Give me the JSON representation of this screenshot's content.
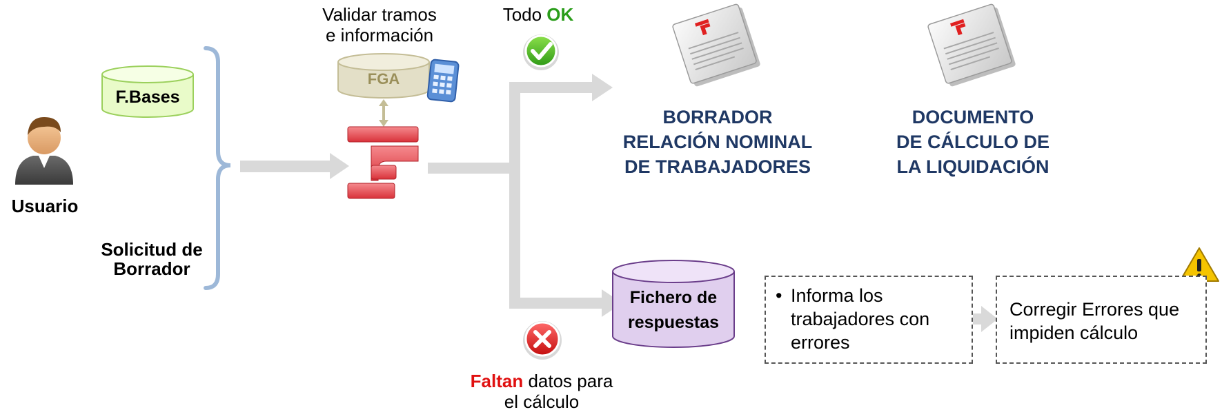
{
  "user": {
    "label": "Usuario"
  },
  "fbases": {
    "label": "F.Bases"
  },
  "request": {
    "line1": "Solicitud de",
    "line2": "Borrador"
  },
  "validate": {
    "line1": "Validar tramos",
    "line2": "e información"
  },
  "fga": {
    "label": "FGA"
  },
  "ok_status": {
    "prefix": "Todo ",
    "ok": "OK"
  },
  "error_status": {
    "faltan": "Faltan",
    "rest1": " datos para",
    "line2": "el cálculo"
  },
  "doc1": {
    "line1": "BORRADOR",
    "line2": "RELACIÓN NOMINAL",
    "line3": "DE TRABAJADORES"
  },
  "doc2": {
    "line1": "DOCUMENTO",
    "line2": "DE CÁLCULO DE",
    "line3": "LA LIQUIDACIÓN"
  },
  "responses": {
    "line1": "Fichero de",
    "line2": "respuestas"
  },
  "inform_box": {
    "bullet": "•",
    "line1": "Informa los",
    "line2": "trabajadores con",
    "line3": "errores"
  },
  "fix_box": {
    "line1": "Corregir Errores que",
    "line2": "impiden cálculo"
  },
  "colors": {
    "navy": "#1f3864",
    "ok_green": "#2a9d1a",
    "error_red": "#e01010",
    "bracket_blue": "#9db8d8",
    "arrow_grey": "#d9d9d9"
  }
}
